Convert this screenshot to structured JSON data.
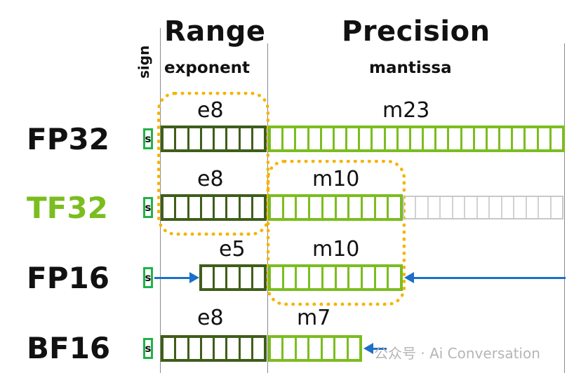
{
  "headers": {
    "sign": "sign",
    "range": "Range",
    "exponent": "exponent",
    "precision": "Precision",
    "mantissa": "mantissa"
  },
  "formats": [
    {
      "name": "FP32",
      "label_color": "#111111",
      "sign": "s",
      "exponent_label": "e8",
      "exponent_bits": 8,
      "mantissa_label": "m23",
      "mantissa_bits": 23
    },
    {
      "name": "TF32",
      "label_color": "#7bbd1f",
      "sign": "s",
      "exponent_label": "e8",
      "exponent_bits": 8,
      "mantissa_label": "m10",
      "mantissa_bits": 10,
      "unused_bits": 13
    },
    {
      "name": "FP16",
      "label_color": "#111111",
      "sign": "s",
      "exponent_label": "e5",
      "exponent_bits": 5,
      "mantissa_label": "m10",
      "mantissa_bits": 10
    },
    {
      "name": "BF16",
      "label_color": "#111111",
      "sign": "s",
      "exponent_label": "e8",
      "exponent_bits": 8,
      "mantissa_label": "m7",
      "mantissa_bits": 7
    }
  ],
  "colors": {
    "exponent": "#3f5e1a",
    "mantissa": "#7bbd1f",
    "sign_border": "#20b248",
    "highlight": "#f5b400",
    "arrow": "#1d6fc8"
  },
  "watermark": "公众号 · Ai Conversation"
}
